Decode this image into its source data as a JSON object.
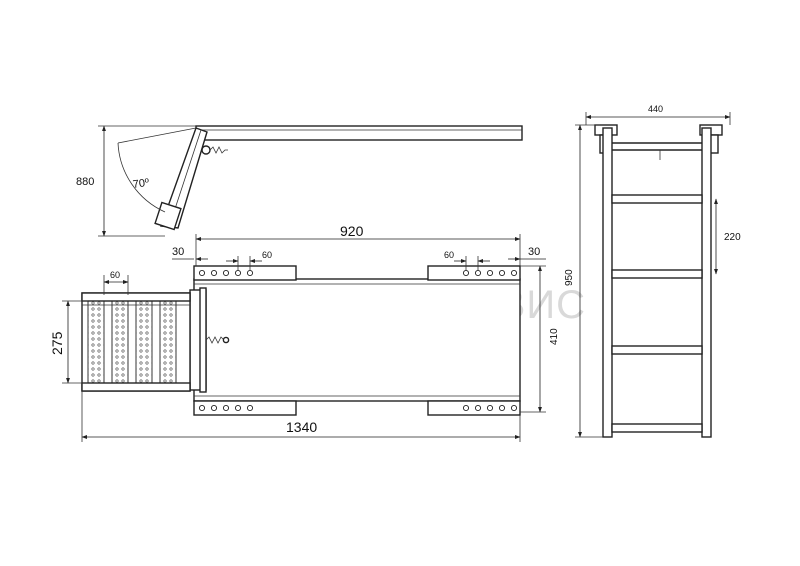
{
  "watermark": {
    "text": "РТИ-СЕРВИС",
    "color": "#e06060"
  },
  "side_view": {
    "height_label": "880",
    "angle_label": "70º"
  },
  "top_view": {
    "length_920": "920",
    "offset_left": "30",
    "offset_right": "30",
    "hole_pitch_left": "60",
    "hole_pitch_right": "60",
    "step_pitch": "60",
    "step_width": "275",
    "frame_width": "410",
    "overall_length": "1340"
  },
  "end_view": {
    "width": "440",
    "step_spacing": "220",
    "overall_height": "950"
  }
}
